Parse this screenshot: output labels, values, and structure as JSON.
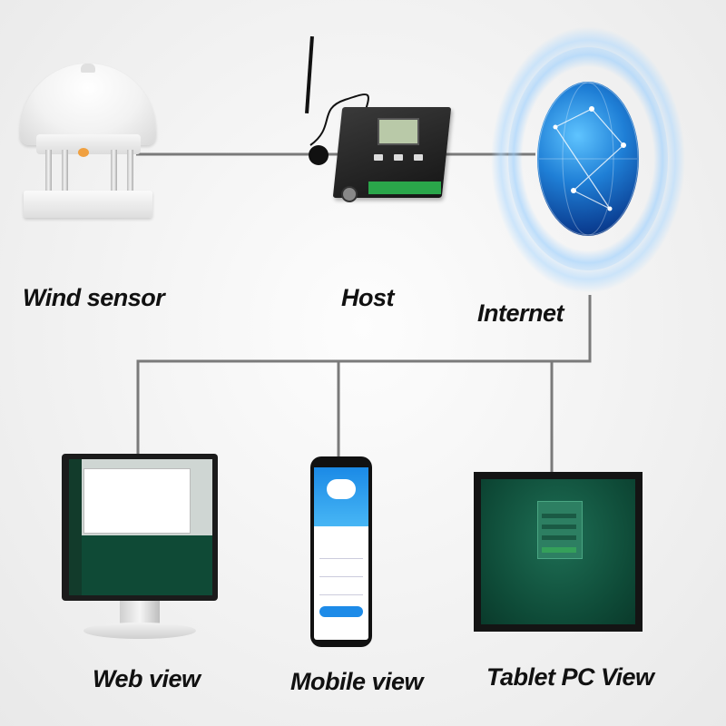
{
  "labels": {
    "wind_sensor": "Wind sensor",
    "host": "Host",
    "internet": "Internet",
    "web_view": "Web view",
    "mobile_view": "Mobile view",
    "tablet_view": "Tablet PC View"
  },
  "colors": {
    "connector": "#7a7a7a",
    "globe_glow": "#bfe0ff",
    "terminal_green": "#2aa64a",
    "app_blue": "#1d8be8",
    "dashboard_green": "#0f4a36"
  },
  "icons": {
    "wind_sensor": "ultrasonic-wind-sensor-icon",
    "host": "data-logger-host-icon",
    "internet": "globe-icon",
    "web_view": "desktop-monitor-icon",
    "mobile_view": "smartphone-icon",
    "tablet_view": "tablet-icon"
  }
}
